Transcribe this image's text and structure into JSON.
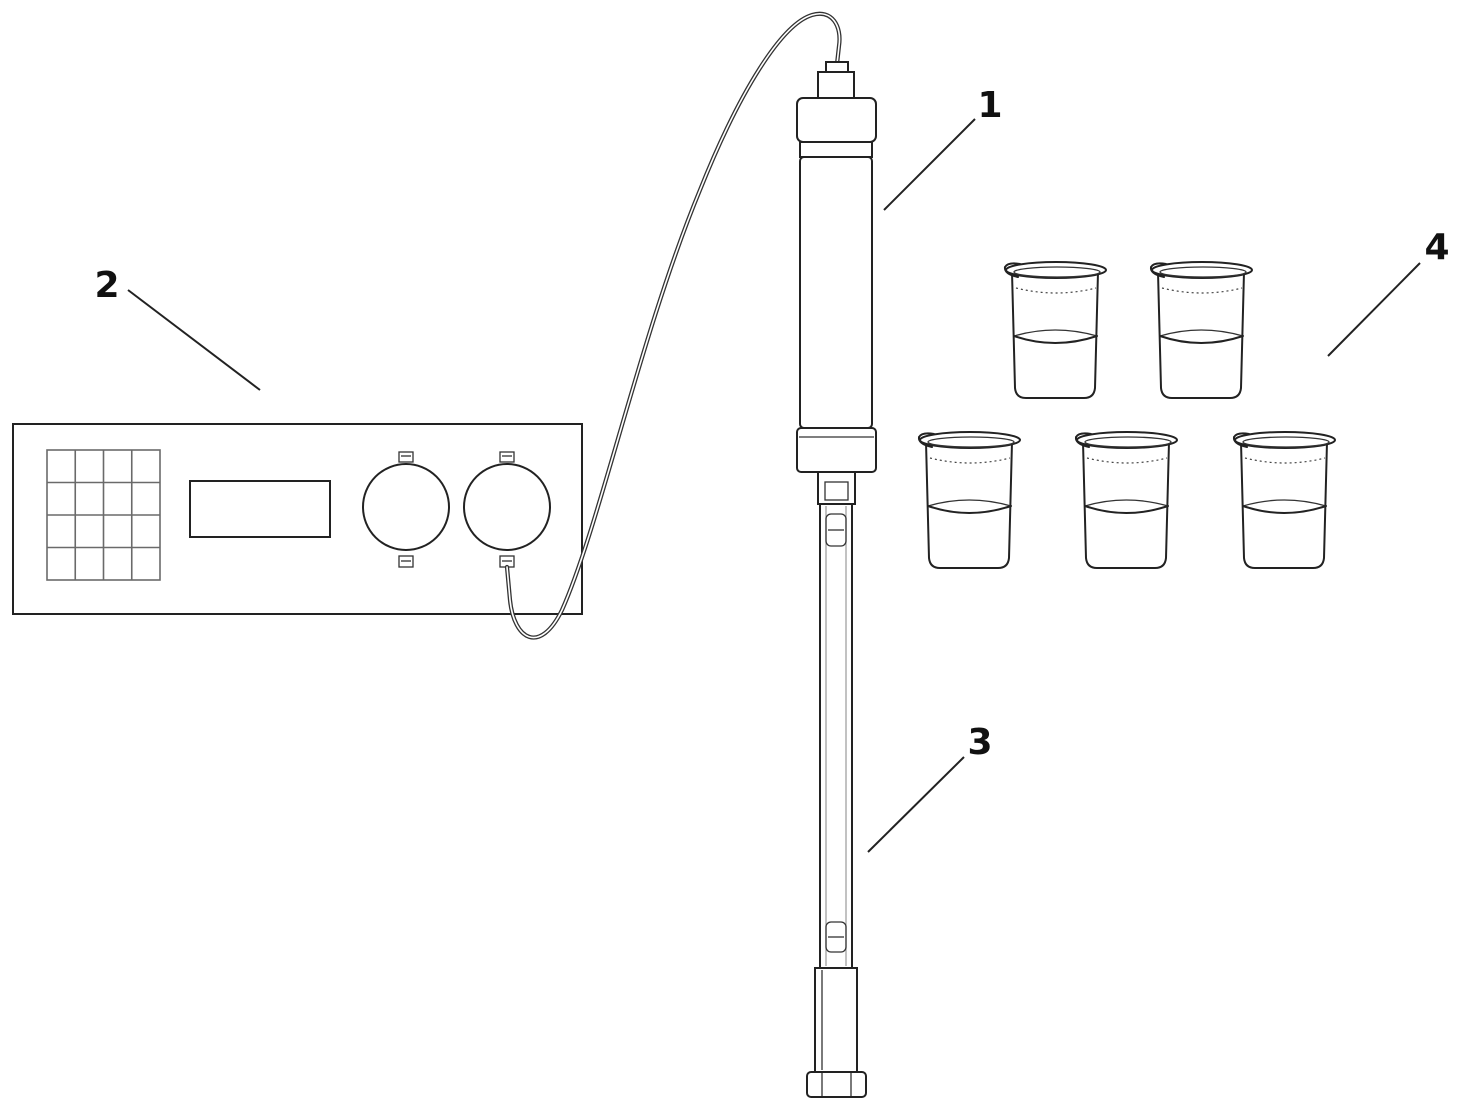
{
  "callouts": [
    "1",
    "2",
    "3",
    "4"
  ],
  "colors": {
    "line": "#222222",
    "background": "#ffffff"
  }
}
